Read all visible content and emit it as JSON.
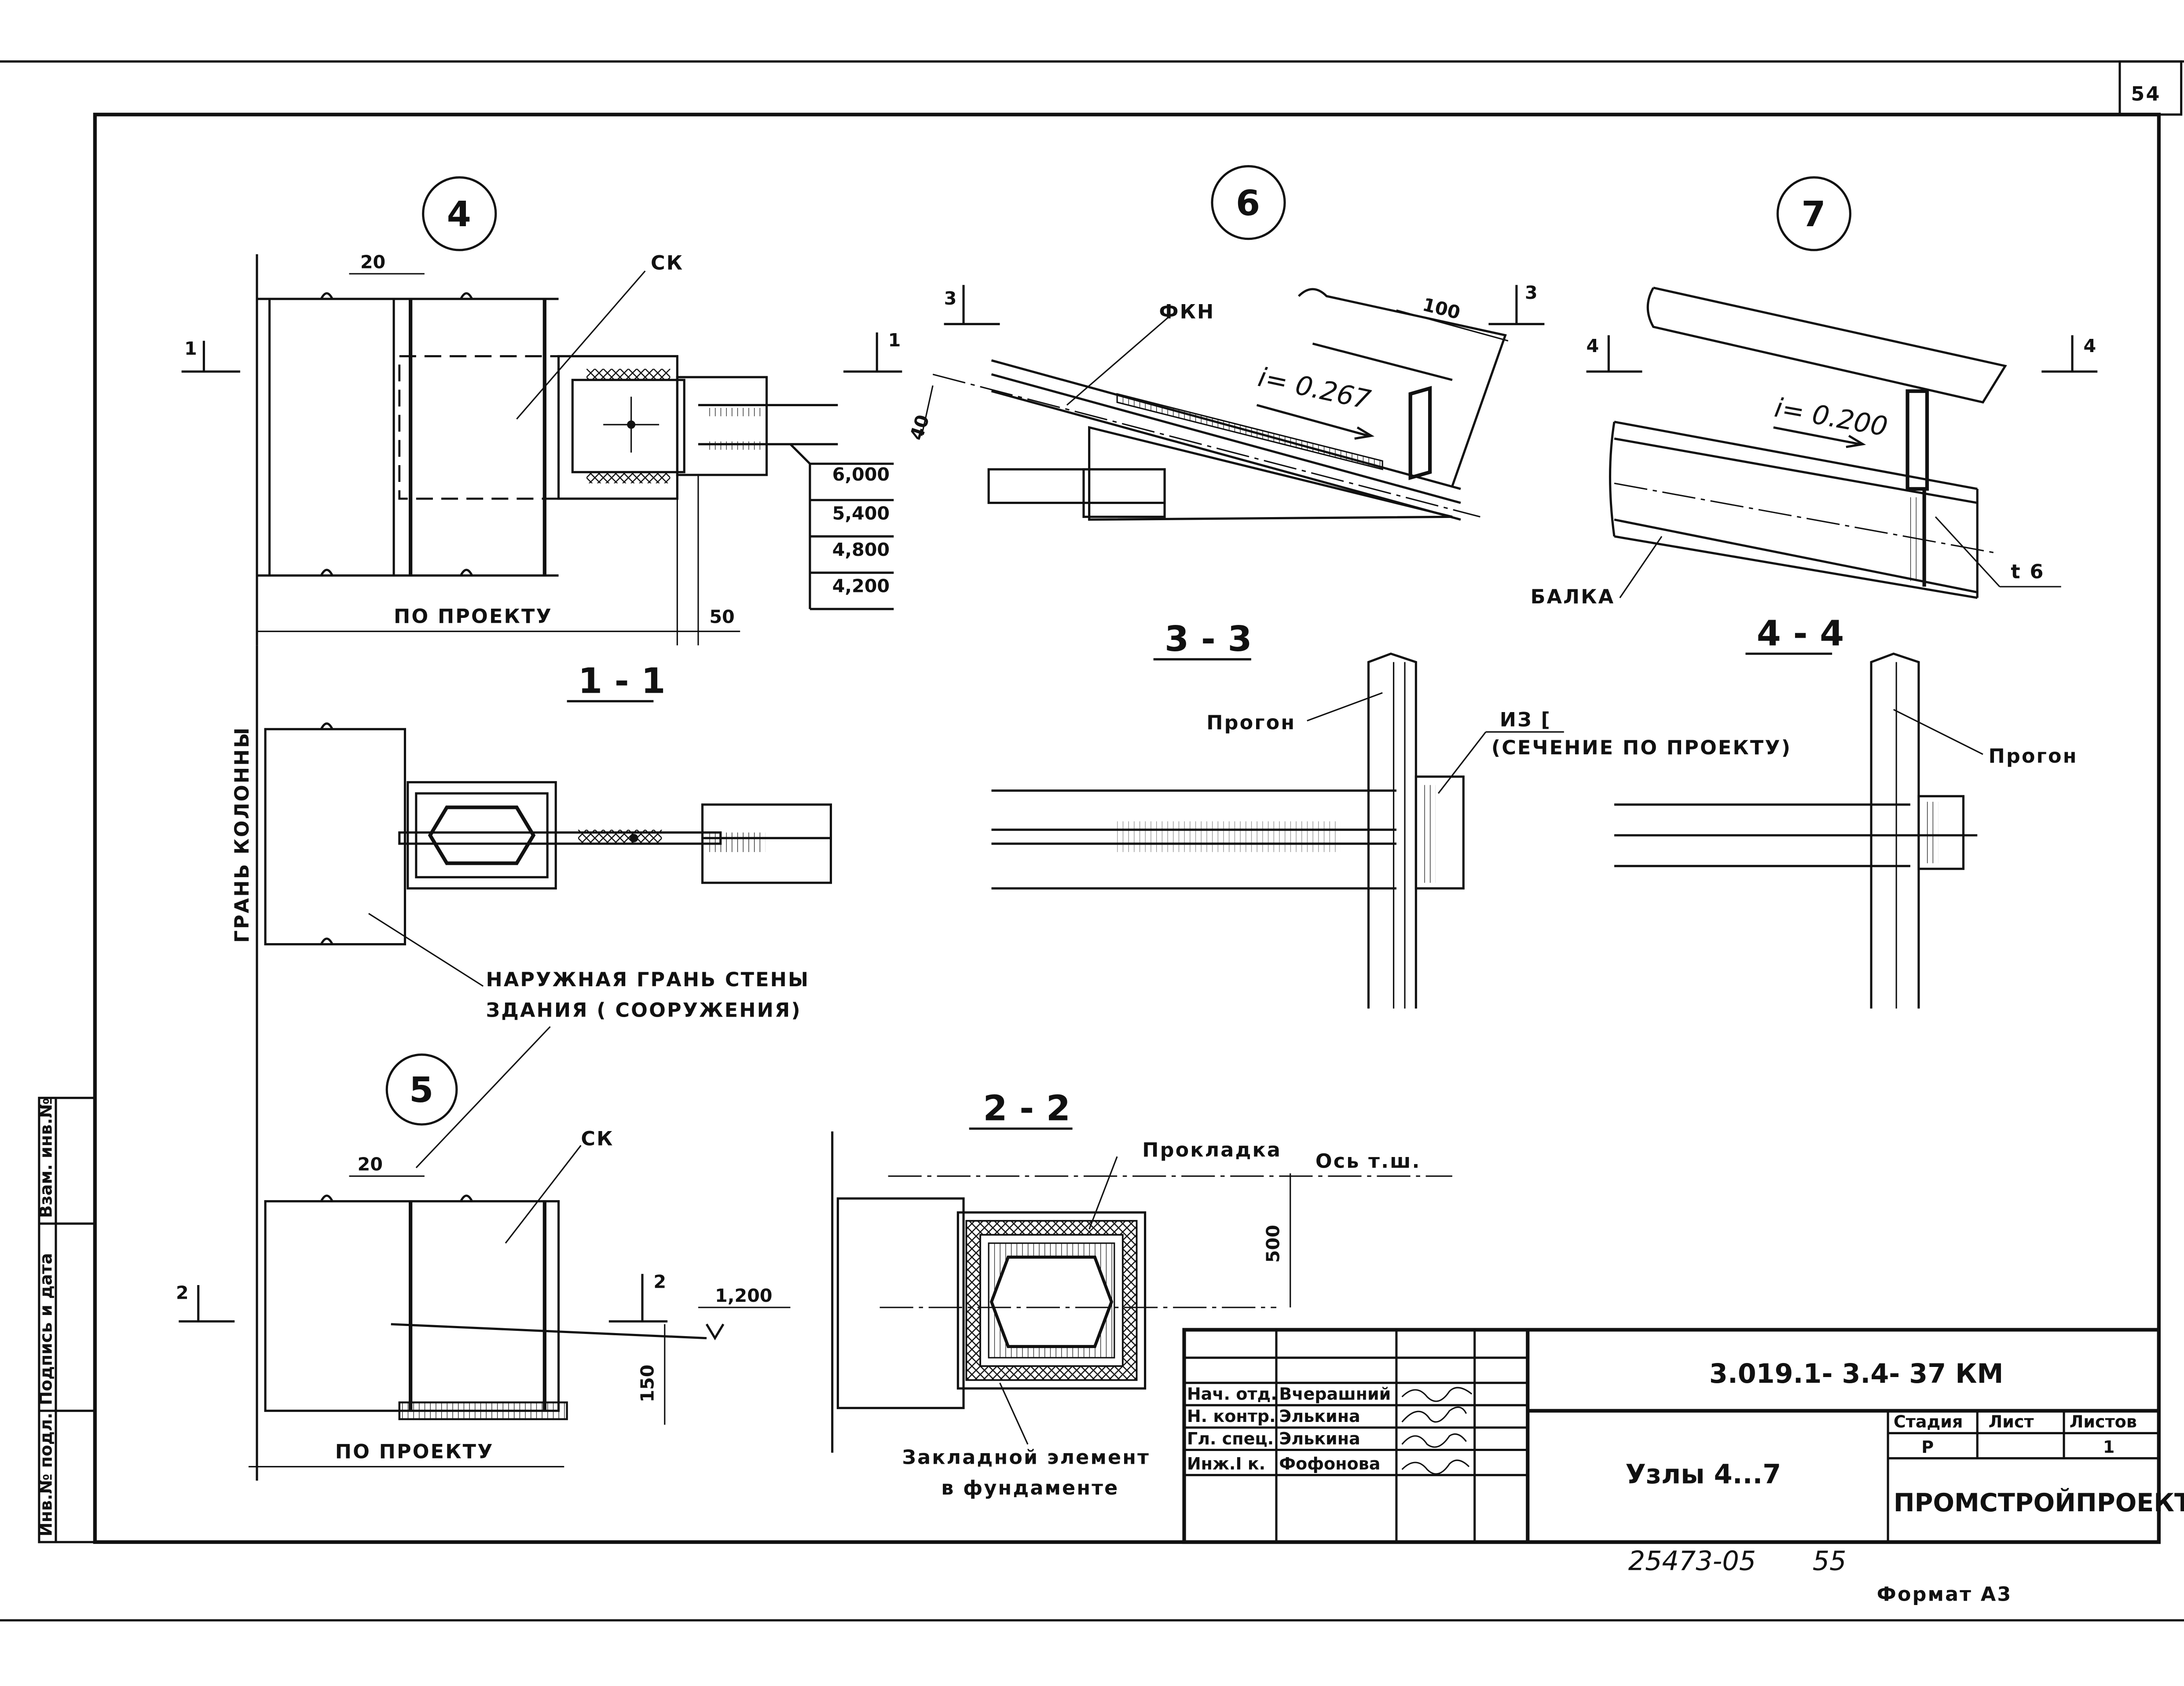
{
  "sheet": {
    "page_number": "54",
    "archive_number": "25473-05",
    "archive_sheet": "55",
    "format": "Формат А3"
  },
  "side_stamp": {
    "inv_no": "Инв.№ подл.",
    "sign_date": "Подпись и дата",
    "replace_inv": "Взам. инв.№"
  },
  "nodes": {
    "n4": "4",
    "n5": "5",
    "n6": "6",
    "n7": "7"
  },
  "sections": {
    "s11": "1 - 1",
    "s22": "2 - 2",
    "s33": "3 - 3",
    "s44": "4 - 4"
  },
  "cut_marks": {
    "c1": "1",
    "c2": "2",
    "c3": "3",
    "c4": "4"
  },
  "labels": {
    "sk": "СК",
    "fkn": "ФКН",
    "po_proektu": "ПО ПРОЕКТУ",
    "gran_kolonny": "ГРАНЬ КОЛОННЫ",
    "outer_face_1": "НАРУЖНАЯ ГРАНЬ СТЕНЫ",
    "outer_face_2": "ЗДАНИЯ ( СООРУЖЕНИЯ)",
    "balka": "БАЛКА",
    "progon": "Прогон",
    "iz_c": "ИЗ [",
    "sechenie": "(СЕЧЕНИЕ ПО ПРОЕКТУ)",
    "prokladka": "Прокладка",
    "os_tsh": "Ось т.ш.",
    "zaklad_1": "Закладной элемент",
    "zaklad_2": "в фундаменте",
    "t6": "t 6"
  },
  "dimensions": {
    "d20": "20",
    "d50": "50",
    "d40": "40",
    "d100": "100",
    "d150": "150",
    "d500": "500",
    "elev_1200": "1,200",
    "slope_6": "i= 0.267",
    "slope_7": "i= 0.200",
    "elevations": [
      "6,000",
      "5,400",
      "4,800",
      "4,200"
    ]
  },
  "title_block": {
    "code": "3.019.1- 3.4- 37 КМ",
    "title": "Узлы 4...7",
    "stage_label": "Стадия",
    "sheet_label": "Лист",
    "sheets_label": "Листов",
    "stage_value": "Р",
    "sheet_value": "",
    "sheets_value": "1",
    "organization": "ПРОМСТРОЙПРОЕКТ",
    "staff": [
      {
        "role": "Нач. отд.",
        "name": "Вчерашний"
      },
      {
        "role": "Н. контр.",
        "name": "Элькина"
      },
      {
        "role": "Гл. спец.",
        "name": "Элькина"
      },
      {
        "role": "Инж.I к.",
        "name": "Фофонова"
      }
    ]
  }
}
